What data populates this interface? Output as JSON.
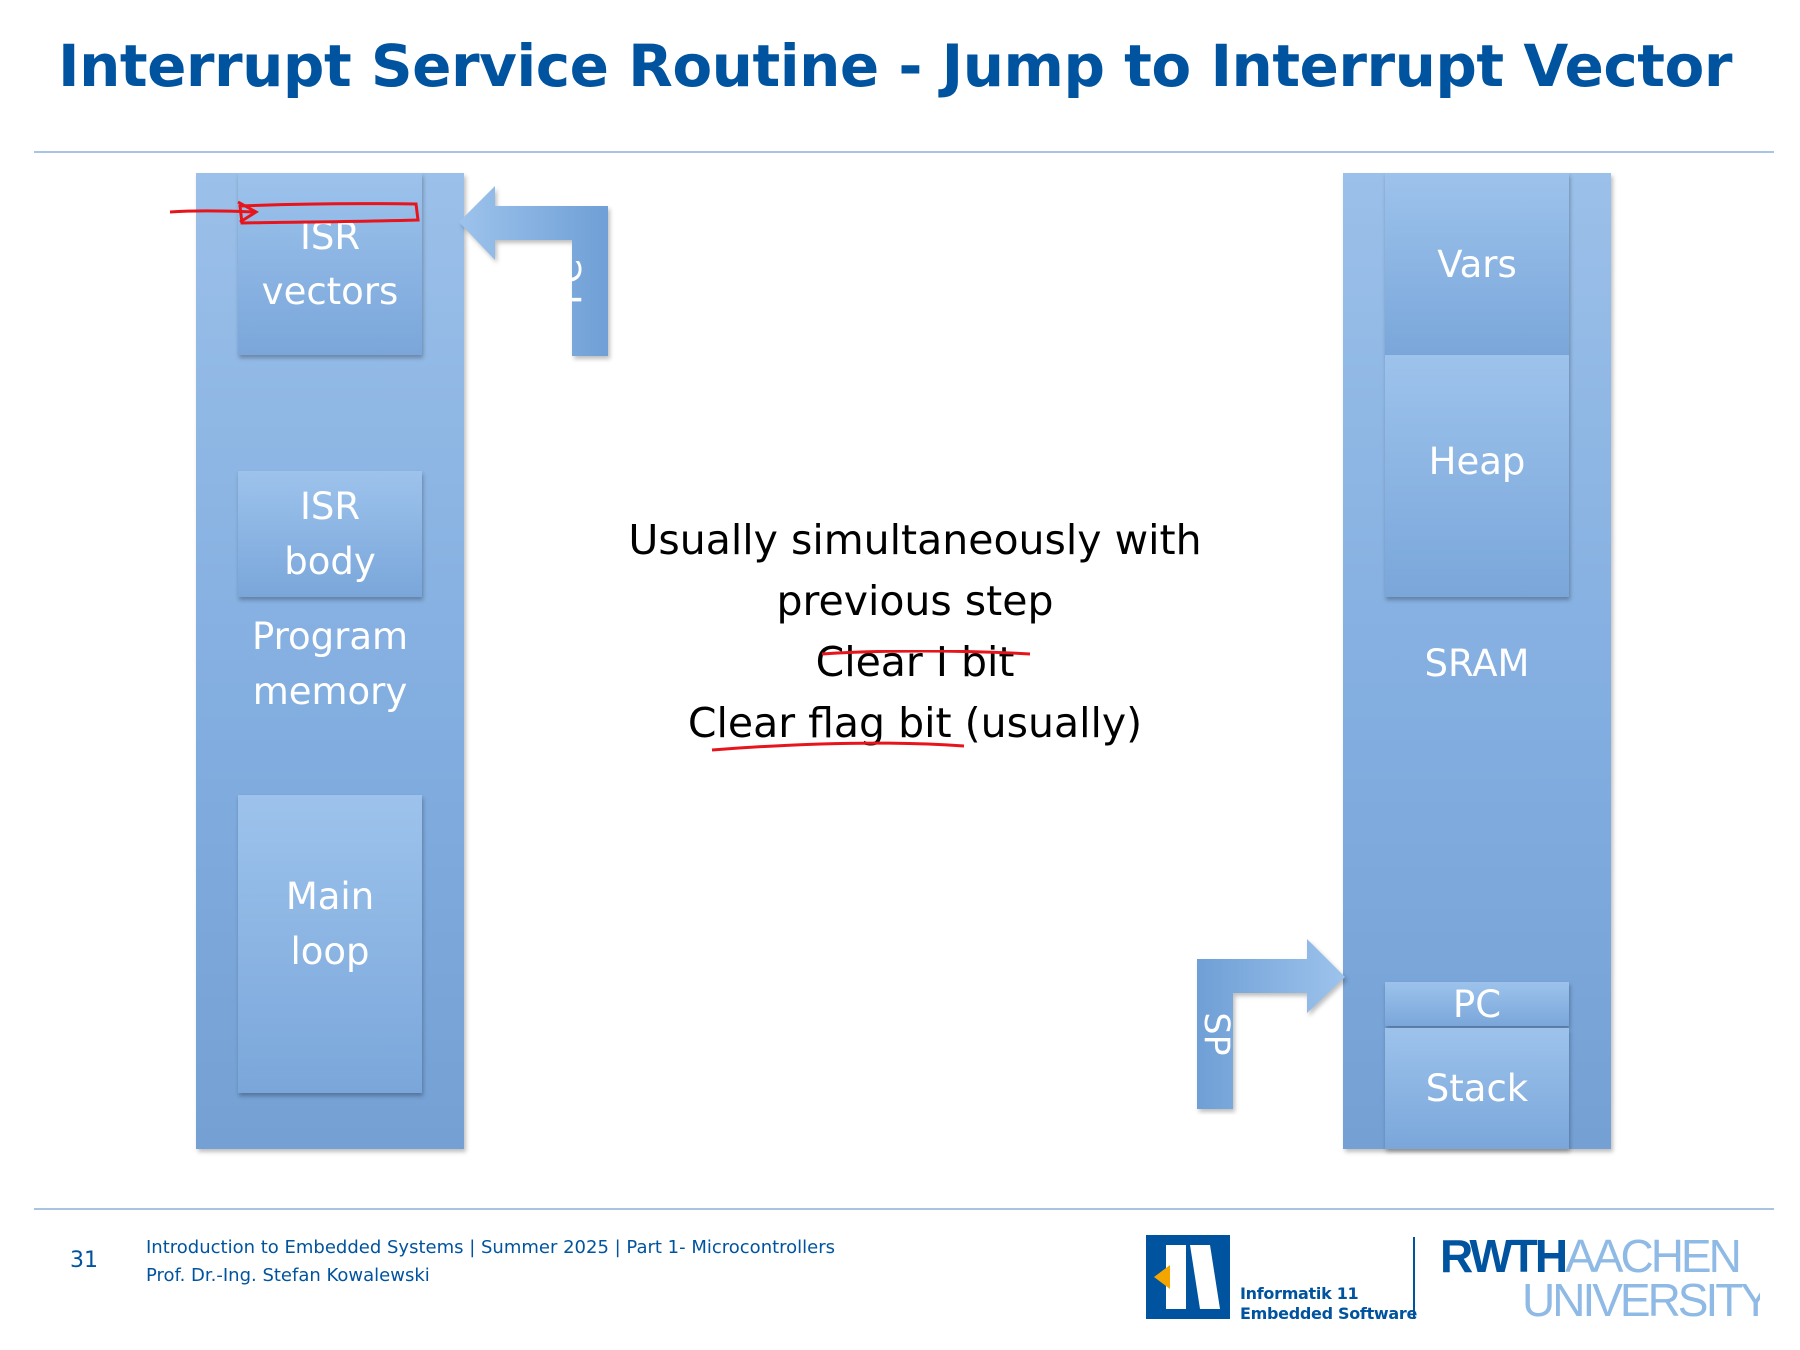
{
  "title": "Interrupt Service Routine - Jump to Interrupt Vector",
  "program_memory": {
    "label": "Program\nmemory",
    "isr_vectors": "ISR\nvectors",
    "isr_body": "ISR\nbody",
    "main_loop": "Main\nloop",
    "pointer": "PC"
  },
  "sram": {
    "label": "SRAM",
    "vars": "Vars",
    "heap": "Heap",
    "pc": "PC",
    "stack": "Stack",
    "pointer": "SP"
  },
  "notes": {
    "line1": "Usually simultaneously with",
    "line2": "previous step",
    "line3": "Clear I bit",
    "line4_main": "Clear flag bit",
    "line4_rest": " (usually)"
  },
  "footer": {
    "page_number": "31",
    "course": "Introduction to Embedded Systems | Summer 2025 | Part 1- Microcontrollers",
    "author": "Prof. Dr.-Ing. Stefan Kowalewski"
  },
  "logos": {
    "i11_line1": "Informatik 11",
    "i11_line2": "Embedded Software",
    "rwth_line1_a": "RWTH",
    "rwth_line1_b": "AACHEN",
    "rwth_line2": "UNIVERSITY"
  },
  "colors": {
    "title": "#00539f",
    "annotation": "#e8141b",
    "block": "#8ab4e3"
  }
}
